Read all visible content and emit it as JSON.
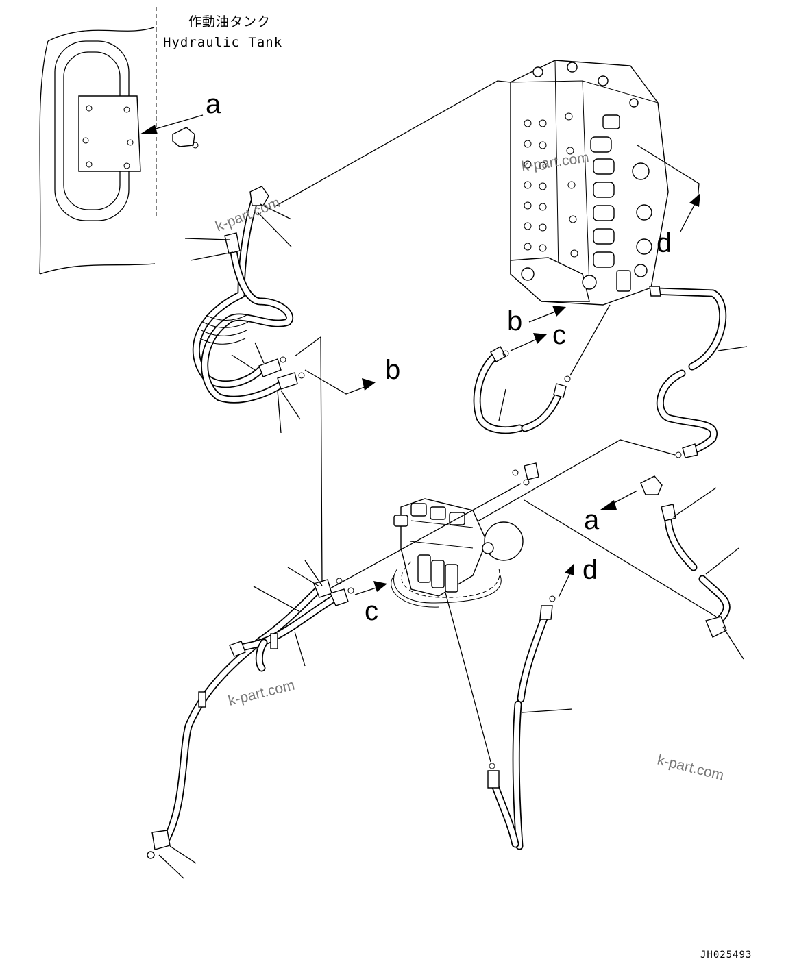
{
  "tank": {
    "label_jp": "作動油タンク",
    "label_en": "Hydraulic Tank"
  },
  "callouts": {
    "a": "a",
    "b": "b",
    "c": "c",
    "d": "d"
  },
  "watermark": "k-part.com",
  "drawing_code": "JH025493"
}
